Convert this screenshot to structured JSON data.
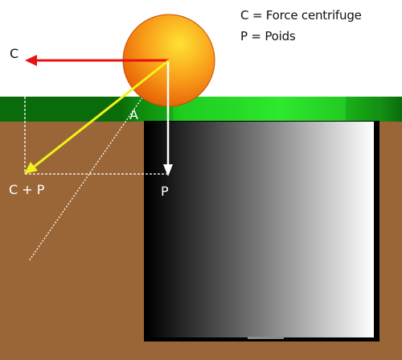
{
  "legend": {
    "centrifugal": "C = Force centrifuge",
    "weight": "P = Poids"
  },
  "labels": {
    "c": "C",
    "p": "P",
    "c_plus_p": "C + P",
    "a": "A"
  },
  "colors": {
    "ground": "#9a6637",
    "grass_dark": "#0a6b0a",
    "grass_bright": "#2ee82e",
    "ball_center": "#ffe233",
    "ball_edge": "#e35a06",
    "centrifugal_arrow": "#e81010",
    "weight_arrow": "#ffffff",
    "resultant_arrow": "#f2f21a",
    "label_light": "#ffffff",
    "label_dark": "#111111"
  }
}
